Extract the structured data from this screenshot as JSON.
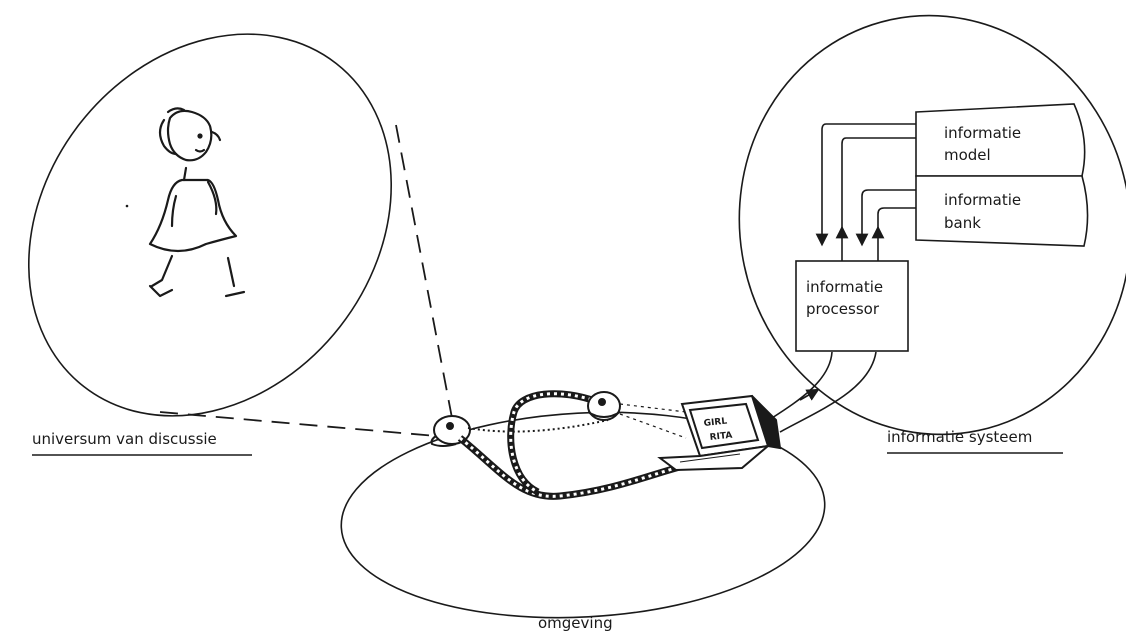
{
  "universe": {
    "caption": "universum van discussie"
  },
  "environment": {
    "caption": "omgeving",
    "screen_text": [
      "GIRL",
      "RITA"
    ]
  },
  "system": {
    "caption": "informatie systeem",
    "model": [
      "informatie",
      "model"
    ],
    "bank": [
      "informatie",
      "bank"
    ],
    "processor": [
      "informatie",
      "processor"
    ]
  },
  "colors": {
    "ink": "#1a1a1a",
    "paper": "#ffffff"
  }
}
